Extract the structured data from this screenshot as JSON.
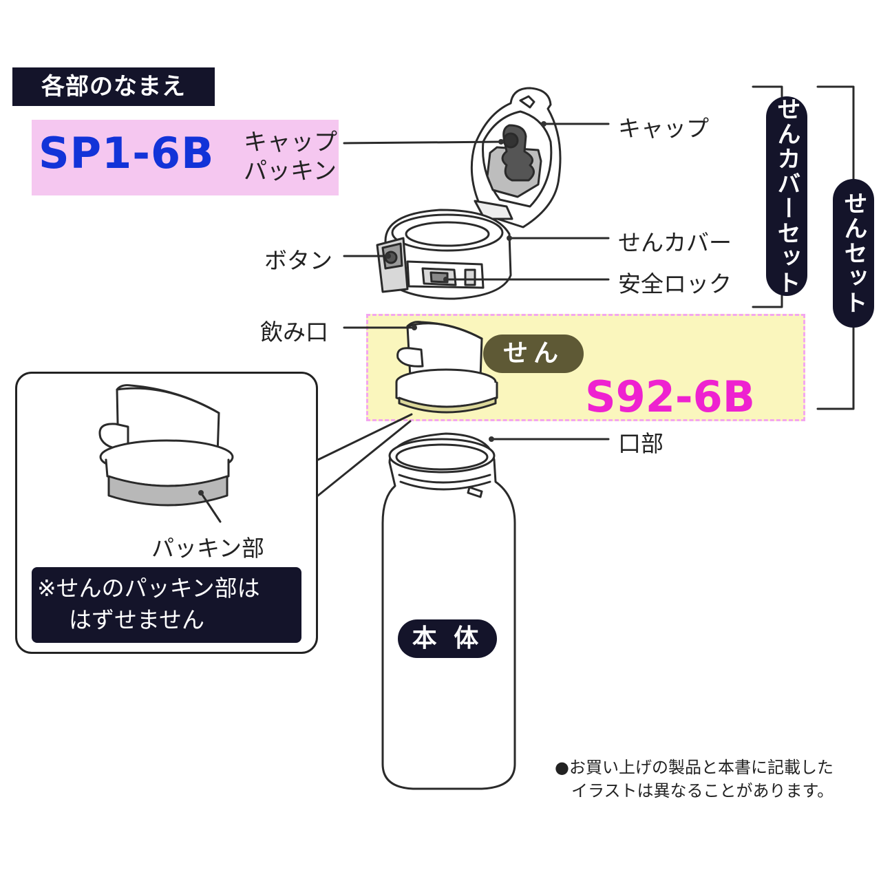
{
  "section_title": "各部のなまえ",
  "cap_packing": {
    "part_code": "SP1-6B",
    "name_line1": "キャップ",
    "name_line2": "パッキン"
  },
  "stopper": {
    "badge": "せん",
    "part_code": "S92-6B"
  },
  "labels": {
    "cap": "キャップ",
    "stopper_cover": "せんカバー",
    "button": "ボタン",
    "safety_lock": "安全ロック",
    "spout": "飲み口",
    "mouth": "口部",
    "packing_part": "パッキン部"
  },
  "brackets": {
    "stopper_cover_set": "せんカバーセット",
    "stopper_set": "せんセット"
  },
  "note": {
    "line1": "※せんのパッキン部は",
    "line2": "はずせません"
  },
  "body_label": "本 体",
  "disclaimer": {
    "line1": "●お買い上げの製品と本書に記載した",
    "line2": "イラストは異なることがあります。"
  },
  "colors": {
    "navy": "#14142a",
    "pink_bg": "#f5c7f0",
    "blue_code": "#1233d8",
    "yellow_bg": "#faf6bd",
    "magenta_code": "#ee22d0",
    "olive_badge": "#5e5935"
  }
}
